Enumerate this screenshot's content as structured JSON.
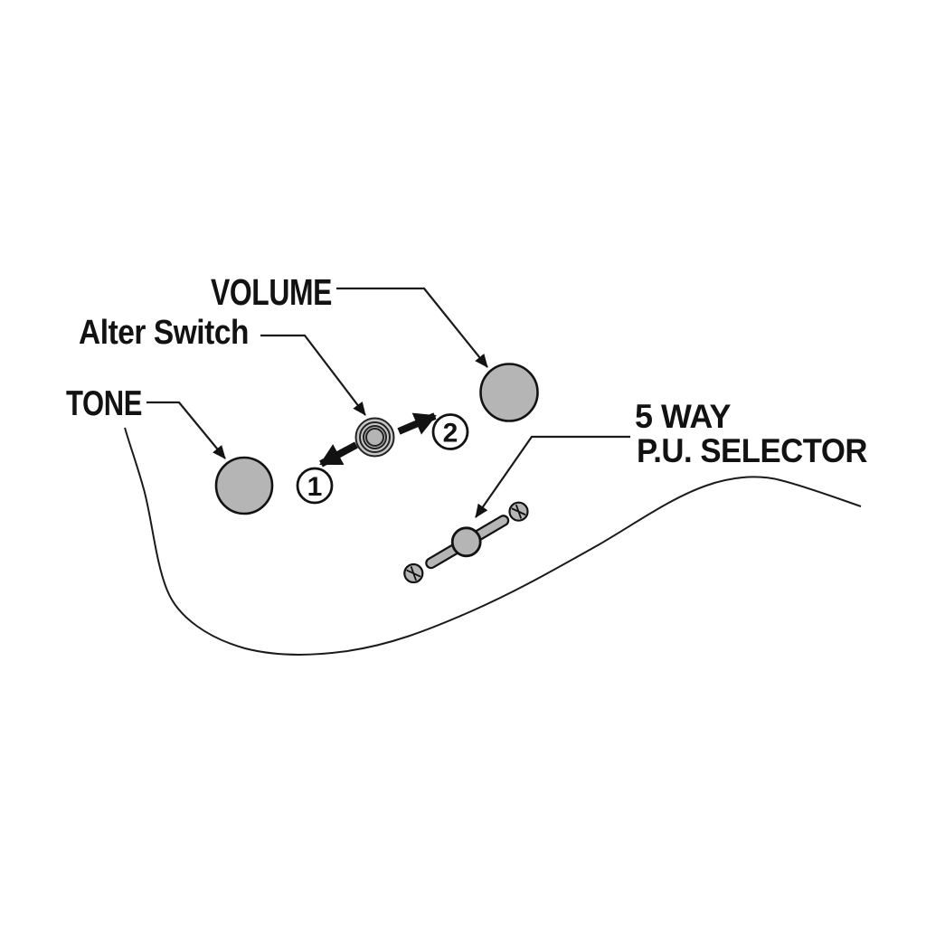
{
  "diagram": {
    "type": "guitar-controls-callout-diagram",
    "background": "#ffffff",
    "labels": {
      "volume": "VOLUME",
      "alter_switch": "Alter Switch",
      "tone": "TONE",
      "pu_selector_line1": "5 WAY",
      "pu_selector_line2": "P.U. SELECTOR"
    },
    "badges": {
      "position_1": "1",
      "position_2": "2"
    },
    "icons": {
      "volume_control": "volume-knob-icon",
      "tone_control": "tone-knob-icon",
      "alter_switch_control": "alter-switch-knob-icon",
      "pickup_selector_control": "pickup-selector-switch-icon",
      "selector_screws": "screw-icon",
      "callout_pointers": "arrowhead-icon"
    },
    "colors": {
      "knob_fill": "#b5b5b5",
      "knob_ring_fill": "#c7c7c7",
      "line": "#1a1a1a",
      "text": "#121212",
      "background": "#ffffff"
    }
  }
}
